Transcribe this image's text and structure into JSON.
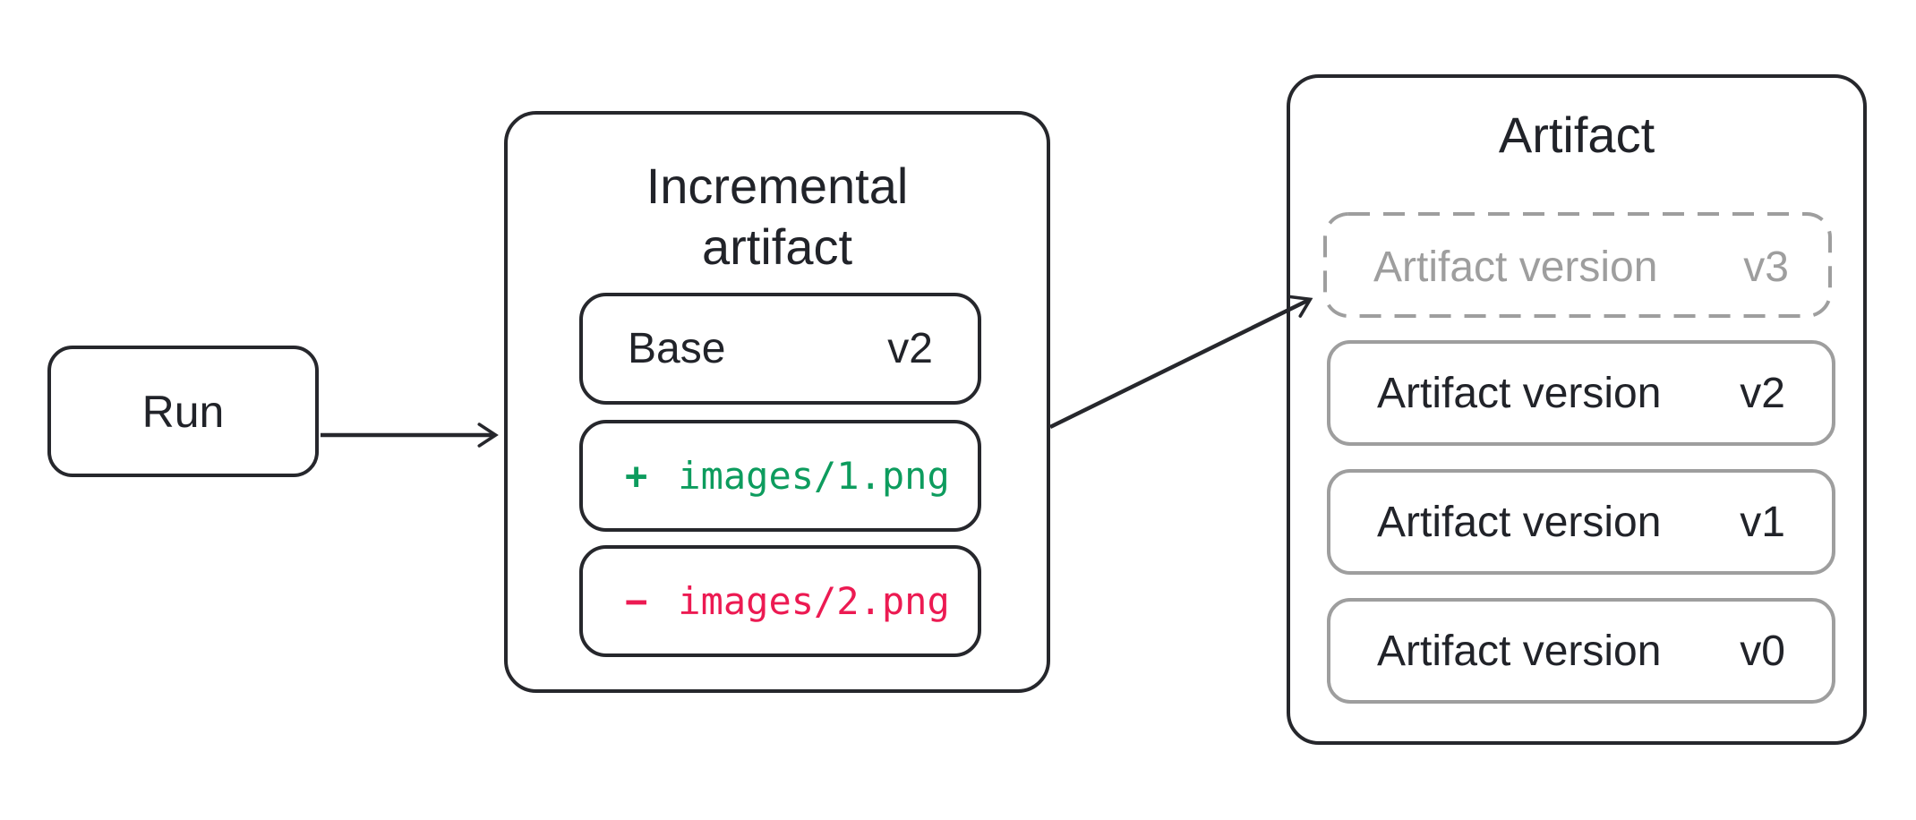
{
  "run": {
    "label": "Run"
  },
  "incremental": {
    "title": "Incremental artifact",
    "base": {
      "label": "Base",
      "version": "v2"
    },
    "added": {
      "sign": "+",
      "path": "images/1.png"
    },
    "removed": {
      "sign": "−",
      "path": "images/2.png"
    }
  },
  "artifact": {
    "title": "Artifact",
    "pending_version": {
      "label": "Artifact version",
      "version": "v3"
    },
    "versions": [
      {
        "label": "Artifact version",
        "version": "v2"
      },
      {
        "label": "Artifact version",
        "version": "v1"
      },
      {
        "label": "Artifact version",
        "version": "v0"
      }
    ]
  },
  "colors": {
    "ink": "#26272c",
    "text": "#212329",
    "gray_border": "#9e9e9e",
    "gray_text": "#9e9e9e",
    "diff_added_green": "#0d9c5e",
    "diff_removed_red": "#ec1a52",
    "background": "#ffffff"
  }
}
